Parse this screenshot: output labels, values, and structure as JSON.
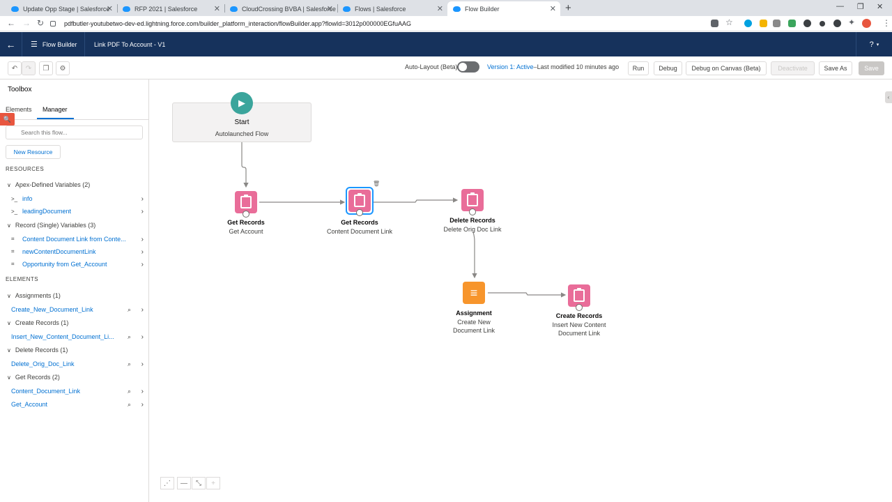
{
  "browser": {
    "tabs": [
      {
        "title": "Update Opp Stage | Salesforce"
      },
      {
        "title": "RFP 2021 | Salesforce"
      },
      {
        "title": "CloudCrossing BVBA | Salesforce"
      },
      {
        "title": "Flows | Salesforce"
      },
      {
        "title": "Flow Builder"
      }
    ],
    "url": "pdfbutler-youtubetwo-dev-ed.lightning.force.com/builder_platform_interaction/flowBuilder.app?flowId=3012p000000EGfuAAG"
  },
  "header": {
    "app_name": "Flow Builder",
    "flow_name": "Link PDF To Account - V1",
    "help": "?"
  },
  "toolbar": {
    "auto_layout_label": "Auto-Layout (Beta)",
    "version_label": "Version 1: Active",
    "version_modified": "Last modified 10 minutes ago",
    "run": "Run",
    "debug": "Debug",
    "debug_canvas": "Debug on Canvas (Beta)",
    "deactivate": "Deactivate",
    "save_as": "Save As",
    "save": "Save"
  },
  "toolbox": {
    "title": "Toolbox",
    "tabs": [
      "Elements",
      "Manager"
    ],
    "search_placeholder": "Search this flow...",
    "new_resource": "New Resource",
    "resources_heading": "RESOURCES",
    "elements_heading": "ELEMENTS",
    "resource_groups": [
      {
        "label": "Apex-Defined Variables (2)",
        "items": [
          "info",
          "leadingDocument"
        ]
      },
      {
        "label": "Record (Single) Variables (3)",
        "items": [
          "Content Document Link from Conte...",
          "newContentDocumentLink",
          "Opportunity from Get_Account"
        ]
      }
    ],
    "element_groups": [
      {
        "label": "Assignments (1)",
        "items": [
          "Create_New_Document_Link"
        ]
      },
      {
        "label": "Create Records (1)",
        "items": [
          "Insert_New_Content_Document_Li..."
        ]
      },
      {
        "label": "Delete Records (1)",
        "items": [
          "Delete_Orig_Doc_Link"
        ]
      },
      {
        "label": "Get Records (2)",
        "items": [
          "Content_Document_Link",
          "Get_Account"
        ]
      }
    ]
  },
  "canvas": {
    "start": {
      "title": "Start",
      "subtitle": "Autolaunched Flow"
    },
    "nodes": [
      {
        "type": "Get Records",
        "name": "Get Account"
      },
      {
        "type": "Get Records",
        "name": "Content Document Link"
      },
      {
        "type": "Delete Records",
        "name": "Delete Orig Doc Link"
      },
      {
        "type": "Assignment",
        "name": "Create New Document Link"
      },
      {
        "type": "Create Records",
        "name": "Insert New Content Document Link"
      }
    ]
  },
  "colors": {
    "header_bg": "#16325c",
    "start": "#3ba59c",
    "records": "#e96d99",
    "assignment": "#f7952c",
    "link": "#0070d2"
  }
}
